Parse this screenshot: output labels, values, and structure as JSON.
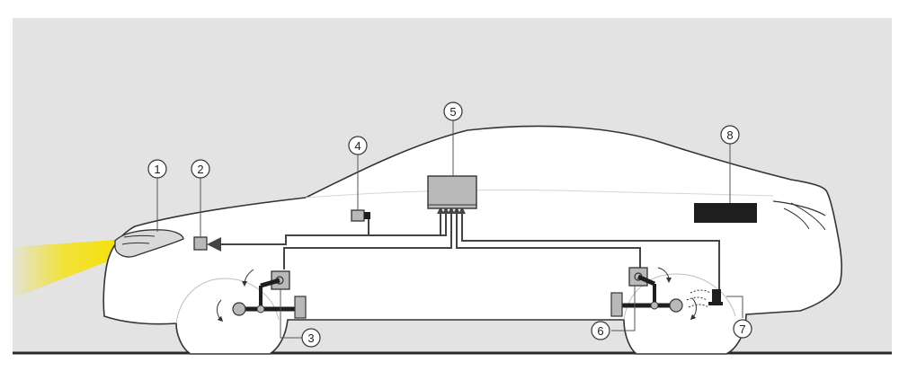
{
  "colors": {
    "background": "#e3e3e3",
    "car_body": "#ffffff",
    "outline": "#333333",
    "wiring": "#444444",
    "component_fill": "#b9b9b9",
    "component_dark": "#1e1e1e",
    "beam": "#f6e100",
    "road": "#2a2a2a"
  },
  "callouts": [
    {
      "id": "1",
      "label": "1"
    },
    {
      "id": "2",
      "label": "2"
    },
    {
      "id": "3",
      "label": "3"
    },
    {
      "id": "4",
      "label": "4"
    },
    {
      "id": "5",
      "label": "5"
    },
    {
      "id": "6",
      "label": "6"
    },
    {
      "id": "7",
      "label": "7"
    },
    {
      "id": "8",
      "label": "8"
    }
  ],
  "icons": {
    "headlamp": "headlamp-icon",
    "light-beam": "light-beam-icon",
    "front-sensor": "front-sensor-icon",
    "camera": "camera-icon",
    "control-unit": "control-unit-icon",
    "front-axle-sensor": "front-axle-sensor-icon",
    "rear-axle-sensor": "rear-axle-sensor-icon",
    "rear-wheel-speed-sensor": "wheel-speed-sensor-icon",
    "rear-display-panel": "display-panel-icon"
  }
}
